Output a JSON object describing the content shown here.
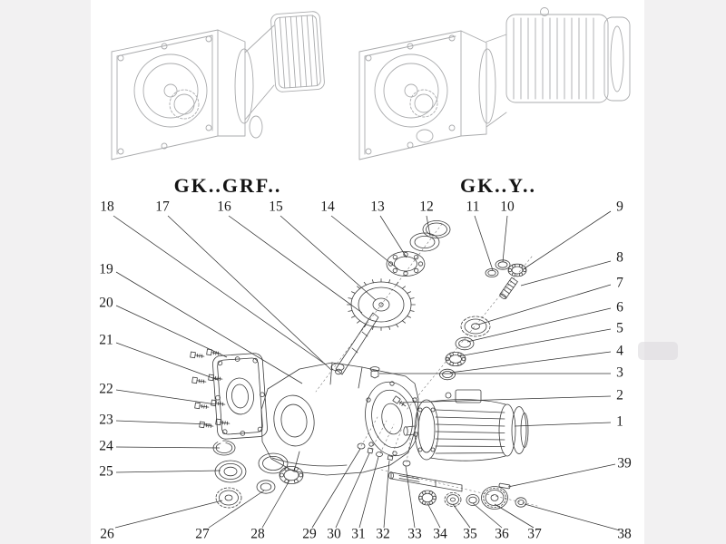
{
  "page": {
    "background": "#f2f1f2",
    "paper_color": "#ffffff",
    "ink_color": "#3c3c3c",
    "ghost_color": "#aaabad",
    "leader_color": "#333333"
  },
  "models": [
    {
      "label": "GK..GRF.."
    },
    {
      "label": "GK..Y.."
    }
  ],
  "callouts": {
    "c1": "1",
    "c2": "2",
    "c3": "3",
    "c4": "4",
    "c5": "5",
    "c6": "6",
    "c7": "7",
    "c8": "8",
    "c9": "9",
    "c10": "10",
    "c11": "11",
    "c12": "12",
    "c13": "13",
    "c14": "14",
    "c15": "15",
    "c16": "16",
    "c17": "17",
    "c18": "18",
    "c19": "19",
    "c20": "20",
    "c21": "21",
    "c22": "22",
    "c23": "23",
    "c24": "24",
    "c25": "25",
    "c26": "26",
    "c27": "27",
    "c28": "28",
    "c29": "29",
    "c30": "30",
    "c31": "31",
    "c32": "32",
    "c33": "33",
    "c34": "34",
    "c35": "35",
    "c36": "36",
    "c37": "37",
    "c38": "38",
    "c39": "39"
  }
}
